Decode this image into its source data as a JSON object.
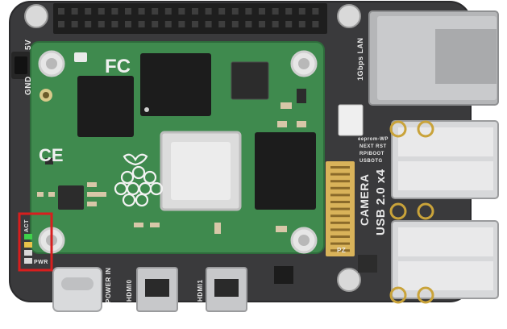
{
  "board": {
    "labels": {
      "five_volt": "5V",
      "gnd": "GND",
      "lan": "1Gbps LAN",
      "camera": "CAMERA",
      "usb": "USB 2.0 x4",
      "power_in": "POWER IN",
      "hdmi0": "HDMI0",
      "hdmi1": "HDMI1",
      "act": "ACT",
      "pwr": "PWR",
      "fc_mark": "FC",
      "ce_mark": "CE",
      "header_id": "eeprom-WP",
      "button_1": "NEXT RST",
      "button_2": "RPIBOOT",
      "button_3": "USBOTG",
      "pz": "PZ"
    },
    "colors": {
      "carrier_board": "#3a3a3c",
      "compute_module": "#3f8a4e",
      "highlight_box": "#d81e1e",
      "led_act": "#3fd14a",
      "led_pwr": "#d9a52a",
      "connector_metal": "#c9cacc"
    }
  }
}
